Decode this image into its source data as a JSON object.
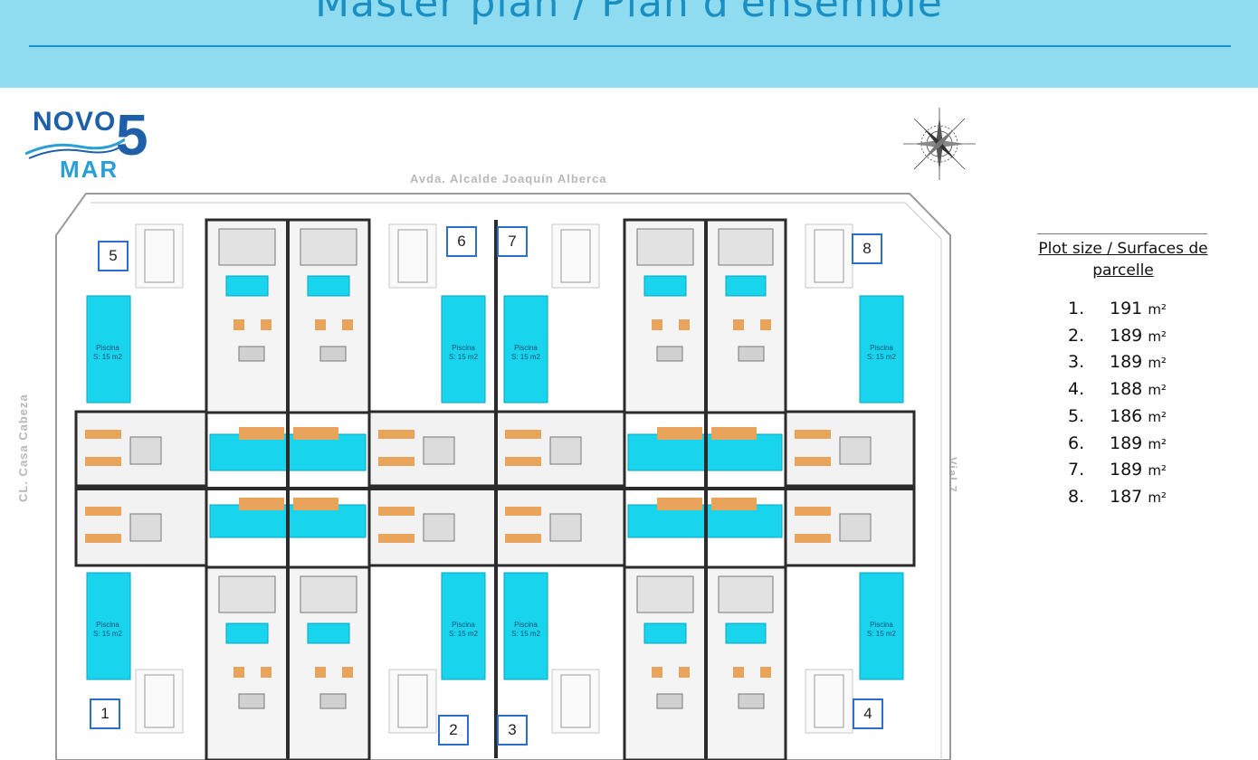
{
  "header": {
    "title": "Master plan / Plan d'ensemble"
  },
  "logo": {
    "novo": "NOVO",
    "mar": "MAR",
    "number": "5"
  },
  "compass": {
    "icon": "compass-rose-icon"
  },
  "streets": {
    "top": "Avda. Alcalde Joaquín Alberca",
    "left": "CL. Casa Cabeza",
    "right": "Vial 7"
  },
  "plots": [
    "1",
    "2",
    "3",
    "4",
    "5",
    "6",
    "7",
    "8"
  ],
  "pool": {
    "name": "Piscina",
    "area": "S: 15 m2"
  },
  "legend": {
    "title": "Plot size / Surfaces de parcelle",
    "unit": "m²",
    "items": [
      {
        "num": "1.",
        "value": "191"
      },
      {
        "num": "2.",
        "value": "189"
      },
      {
        "num": "3.",
        "value": "189"
      },
      {
        "num": "4.",
        "value": "188"
      },
      {
        "num": "5.",
        "value": "186"
      },
      {
        "num": "6.",
        "value": "189"
      },
      {
        "num": "7.",
        "value": "189"
      },
      {
        "num": "8.",
        "value": "187"
      }
    ]
  },
  "colors": {
    "header_bg": "#8fdcf1",
    "title": "#1a8fc4",
    "pool": "#18d4ec",
    "wall": "#2b2b2b",
    "wood": "#e8a45a",
    "plot_label_border": "#2a6fc9"
  }
}
